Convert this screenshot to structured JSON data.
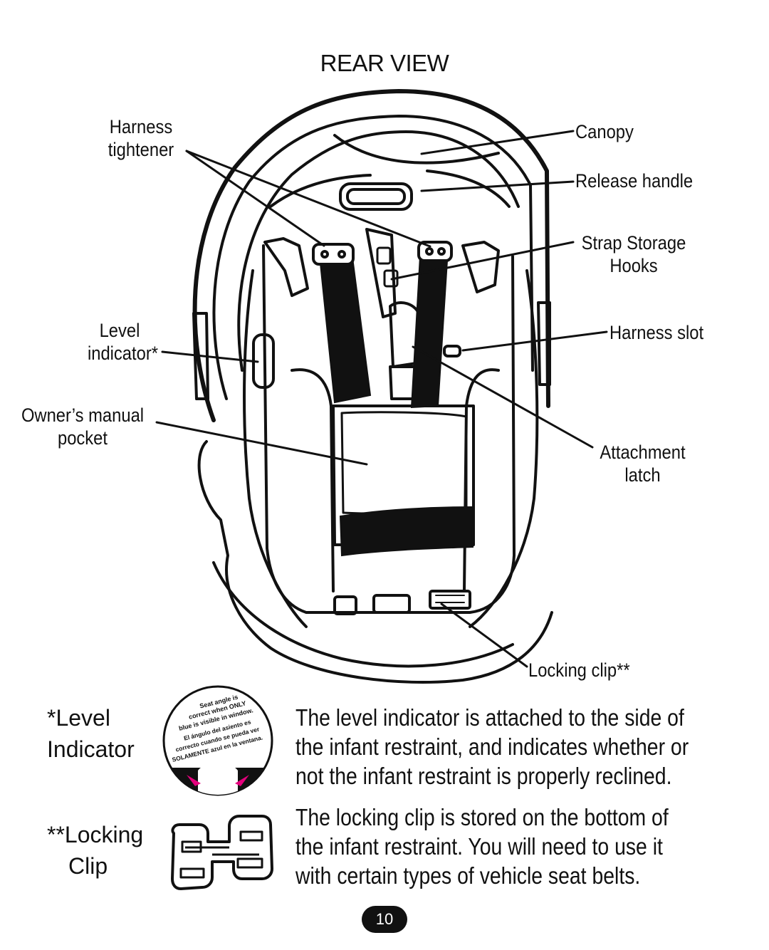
{
  "title": "REAR VIEW",
  "labels": {
    "harness_tightener_1": "Harness",
    "harness_tightener_2": "tightener",
    "canopy": "Canopy",
    "release_handle": "Release handle",
    "strap_storage_1": "Strap Storage",
    "strap_storage_2": "Hooks",
    "level_indicator_1": "Level",
    "level_indicator_2": "indicator*",
    "harness_slot": "Harness slot",
    "owners_manual_1": "Owner’s manual",
    "owners_manual_2": "pocket",
    "attachment_latch_1": "Attachment",
    "attachment_latch_2": "latch",
    "locking_clip": "Locking clip**"
  },
  "level_section": {
    "heading_1": "*Level",
    "heading_2": "Indicator",
    "sticker_en_1": "Seat angle is",
    "sticker_en_2": "correct when ONLY",
    "sticker_en_3": "blue is visible in window.",
    "sticker_es_1": "El ángulo del asiento es",
    "sticker_es_2": "correcto cuando se pueda ver",
    "sticker_es_3": "SOLAMENTE azul en la ventana.",
    "sticker_colors": {
      "arrow": "#e4007c",
      "dark": "#111111"
    },
    "text_1": "The level indicator is attached to the side of",
    "text_2": "the infant restraint, and indicates whether or",
    "text_3": "not the infant restraint is properly reclined."
  },
  "clip_section": {
    "heading_1": "**Locking",
    "heading_2": "Clip",
    "text_1": "The locking clip is stored on the bottom of",
    "text_2": "the infant restraint. You will need to use it",
    "text_3": "with certain types of vehicle seat belts."
  },
  "page_number": "10"
}
